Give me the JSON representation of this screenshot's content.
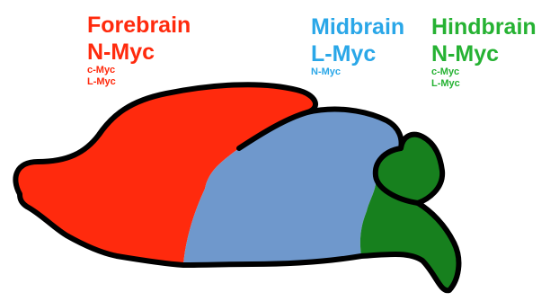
{
  "regions": {
    "forebrain": {
      "name": "Forebrain",
      "primary_gene": "N-Myc",
      "secondary_genes": [
        "c-Myc",
        "L-Myc"
      ],
      "color": "#ff2a0d"
    },
    "midbrain": {
      "name": "Midbrain",
      "primary_gene": "L-Myc",
      "secondary_genes": [
        "N-Myc"
      ],
      "color": "#2aa7e8",
      "fill_color": "#6f98cc"
    },
    "hindbrain": {
      "name": "Hindbrain",
      "primary_gene": "N-Myc",
      "secondary_genes": [
        "c-Myc",
        "L-Myc"
      ],
      "color": "#26b233",
      "fill_color": "#17801e"
    }
  },
  "outline_color": "#000000"
}
